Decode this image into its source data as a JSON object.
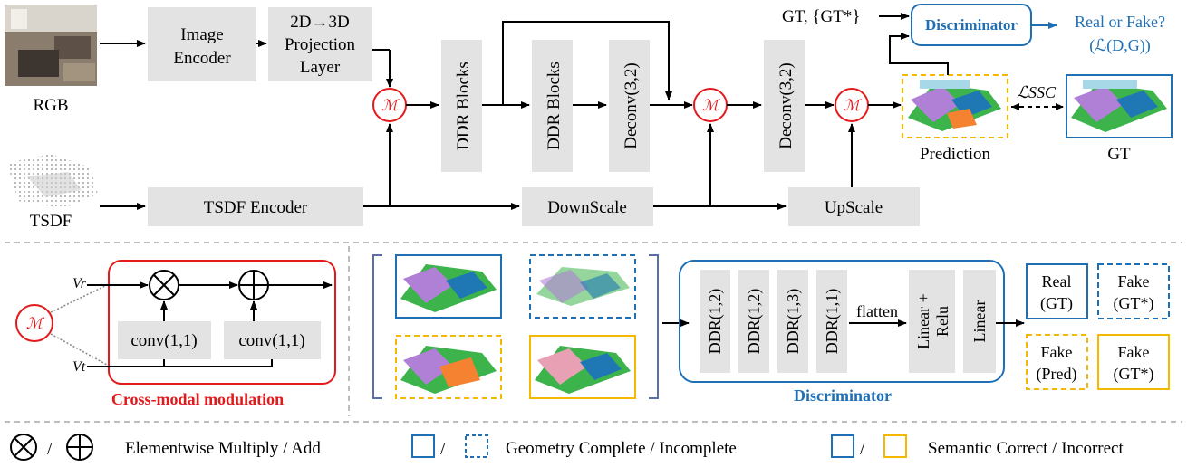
{
  "top": {
    "rgb_label": "RGB",
    "tsdf_label": "TSDF",
    "image_encoder": [
      "Image",
      "Encoder"
    ],
    "projection": [
      "2D→3D",
      "Projection",
      "Layer"
    ],
    "ddr_blocks_1": "DDR Blocks",
    "ddr_blocks_2": "DDR Blocks",
    "deconv_1": "Deconv(3,2)",
    "deconv_2": "Deconv(3,2)",
    "tsdf_encoder": "TSDF Encoder",
    "downscale": "DownScale",
    "upscale": "UpScale",
    "mod_symbol": "ℳ",
    "gt_input": "GT, {GT*}",
    "discriminator": "Discriminator",
    "real_or_fake": "Real or Fake?",
    "loss_dg": "(ℒ(D,G))",
    "loss_ssc": "ℒSSC",
    "prediction_label": "Prediction",
    "gt_label": "GT"
  },
  "cross_modal": {
    "vr": "Vr",
    "vt": "Vt",
    "conv1": "conv(1,1)",
    "conv2": "conv(1,1)",
    "title": "Cross-modal modulation"
  },
  "disc_detail": {
    "ddr": [
      "DDR(1,2)",
      "DDR(1,2)",
      "DDR(1,3)",
      "DDR(1,1)"
    ],
    "flatten": "flatten",
    "linear_relu": "Linear + Relu",
    "linear": "Linear",
    "title": "Discriminator",
    "outputs": [
      {
        "line1": "Real",
        "line2": "(GT)"
      },
      {
        "line1": "Fake",
        "line2": "(GT*)"
      },
      {
        "line1": "Fake",
        "line2": "(Pred)"
      },
      {
        "line1": "Fake",
        "line2": "(GT*)"
      }
    ]
  },
  "legend": {
    "mult_add": "Elementwise Multiply / Add",
    "geometry": "Geometry Complete / Incomplete",
    "semantic": "Semantic Correct / Incorrect"
  },
  "colors": {
    "modulation": "#e31a1c",
    "discriminator": "#1f6fb5",
    "incorrect": "#f5b800",
    "box_fill": "#e3e3e3"
  }
}
